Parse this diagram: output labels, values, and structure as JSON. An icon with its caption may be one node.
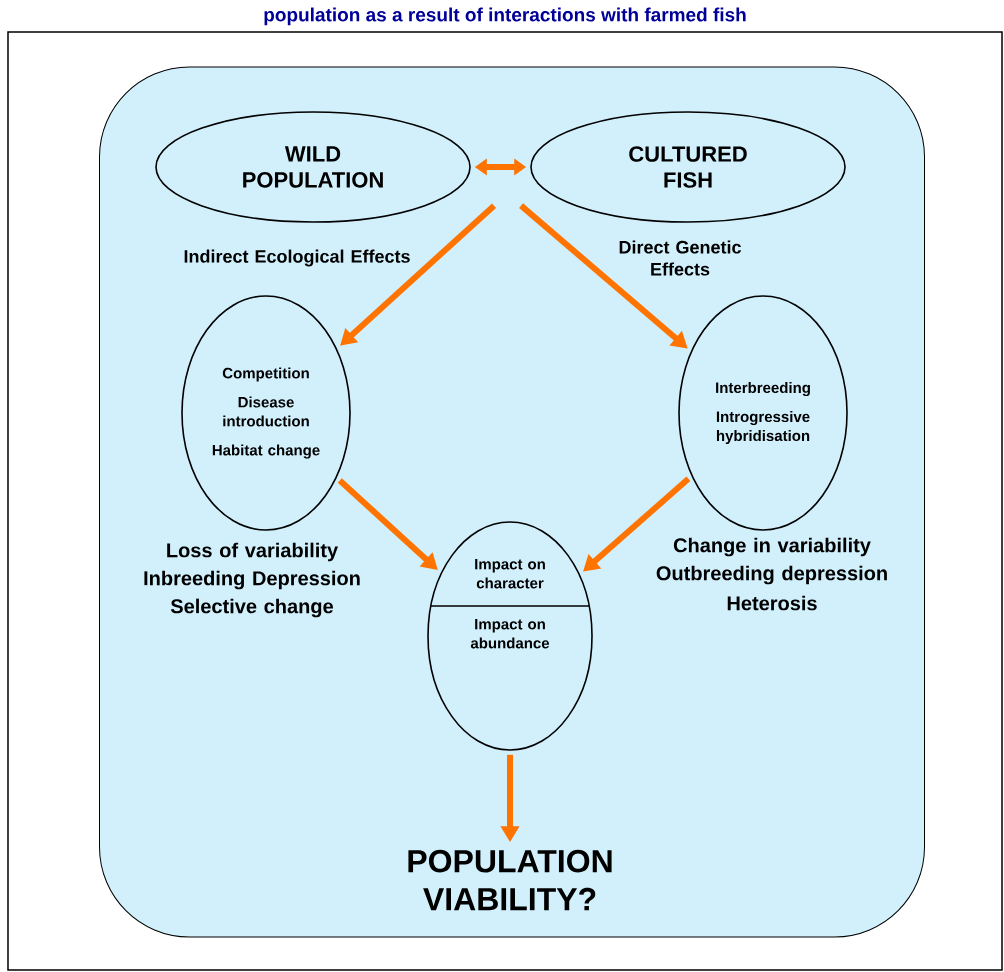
{
  "diagram": {
    "title": "population as a result of interactions with farmed fish",
    "nodes": [
      {
        "text": [],
        "shape": "box"
      },
      {
        "text": [
          "WILD POPULATION"
        ],
        "in": 0
      },
      {
        "text": [
          "CULTURED FISH"
        ],
        "in": 0
      },
      {
        "text": [
          "Competition",
          "Disease introduction",
          "Habitat change"
        ],
        "in": 0
      },
      {
        "text": [
          "Interbreeding",
          "Introgressive hybridisation"
        ],
        "in": 0
      },
      {
        "text": [
          "Impact on character",
          "Impact on abundance"
        ],
        "in": 0
      },
      {
        "text": [
          "POPULATION VIABILITY?"
        ],
        "in": 0
      }
    ],
    "edges": [
      {
        "from": 1,
        "to": 2,
        "arrow": "both"
      },
      {
        "from": null,
        "to": 3,
        "arrow": "to"
      },
      {
        "from": null,
        "to": 4,
        "arrow": "to"
      },
      {
        "from": 3,
        "to": 5,
        "arrow": "to"
      },
      {
        "from": 4,
        "to": 5,
        "arrow": "to"
      },
      {
        "from": 5,
        "to": 6,
        "arrow": "to"
      }
    ],
    "labels": [
      "Indirect Ecological Effects",
      "Direct Genetic Effects",
      "Loss of variability",
      "Inbreeding Depression",
      "Selective change",
      "Change in variability",
      "Outbreeding depression",
      "Heterosis"
    ]
  }
}
